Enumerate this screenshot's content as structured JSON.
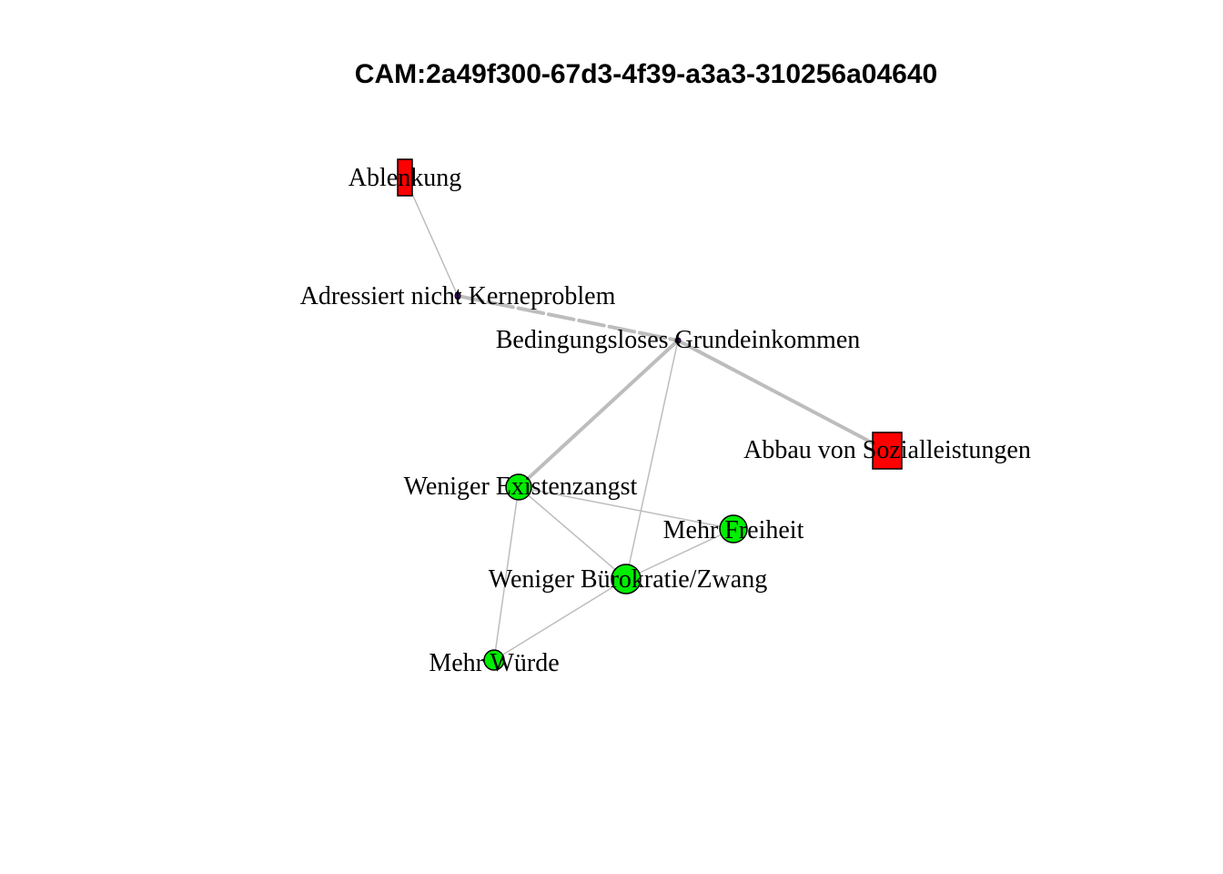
{
  "title": "CAM:2a49f300-67d3-4f39-a3a3-310256a04640",
  "colors": {
    "positive": "#00ee00",
    "negative": "#ff0000",
    "neutral": "#4b0082",
    "edge": "#bdbdbd",
    "stroke": "#000000"
  },
  "nodes": [
    {
      "id": "ablenkung",
      "label": "Ablenkung",
      "valence": "negative",
      "shape": "square"
    },
    {
      "id": "adressiert",
      "label": "Adressiert nicht Kerneproblem",
      "valence": "neutral",
      "shape": "point"
    },
    {
      "id": "bge",
      "label": "Bedingungsloses Grundeinkommen",
      "valence": "neutral",
      "shape": "point"
    },
    {
      "id": "abbau",
      "label": "Abbau von Sozialleistungen",
      "valence": "negative",
      "shape": "square"
    },
    {
      "id": "existenz",
      "label": "Weniger Existenzangst",
      "valence": "positive",
      "shape": "circle"
    },
    {
      "id": "freiheit",
      "label": "Mehr Freiheit",
      "valence": "positive",
      "shape": "circle"
    },
    {
      "id": "buerokratie",
      "label": "Weniger Bürokratie/Zwang",
      "valence": "positive",
      "shape": "circle"
    },
    {
      "id": "wuerde",
      "label": "Mehr Würde",
      "valence": "positive",
      "shape": "circle"
    }
  ],
  "edges": [
    {
      "from": "ablenkung",
      "to": "adressiert",
      "style": "solid"
    },
    {
      "from": "adressiert",
      "to": "bge",
      "style": "dashed"
    },
    {
      "from": "bge",
      "to": "abbau",
      "style": "solid"
    },
    {
      "from": "bge",
      "to": "existenz",
      "style": "solid"
    },
    {
      "from": "bge",
      "to": "buerokratie",
      "style": "solid"
    },
    {
      "from": "existenz",
      "to": "freiheit",
      "style": "solid"
    },
    {
      "from": "existenz",
      "to": "buerokratie",
      "style": "solid"
    },
    {
      "from": "existenz",
      "to": "wuerde",
      "style": "solid"
    },
    {
      "from": "buerokratie",
      "to": "freiheit",
      "style": "solid"
    },
    {
      "from": "buerokratie",
      "to": "wuerde",
      "style": "solid"
    }
  ]
}
